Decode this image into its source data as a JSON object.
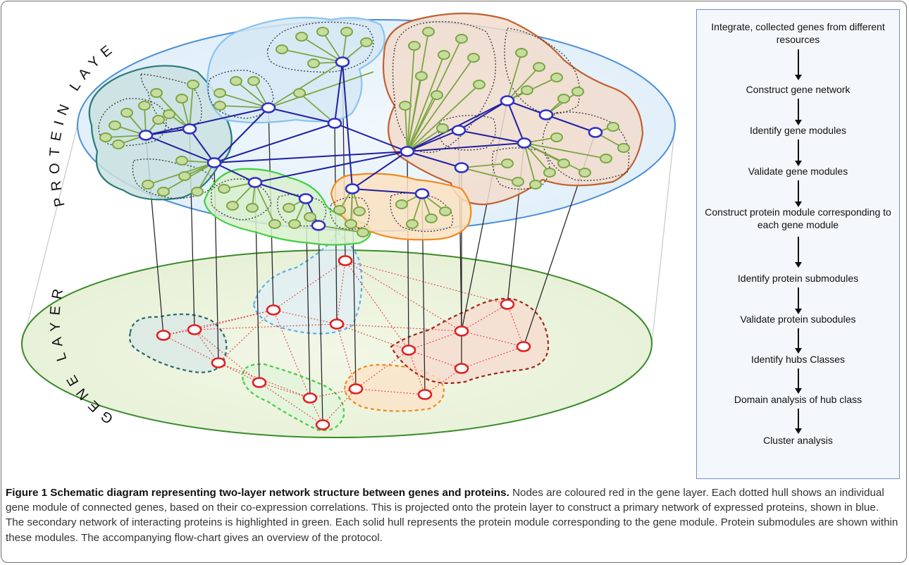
{
  "labels": {
    "protein_layer": "PROTEIN LAYER",
    "gene_layer": "GENE LAYER"
  },
  "flowchart": {
    "steps": [
      "Integrate, collected genes from different resources",
      "Construct gene network",
      "Identify gene modules",
      "Validate gene modules",
      "Construct protein module corresponding to each gene module",
      "Identify protein submodules",
      "Validate protein subodules",
      "Identify hubs Classes",
      "Domain analysis of hub class",
      "Cluster analysis"
    ]
  },
  "caption": {
    "title": "Figure 1 Schematic diagram representing two-layer network structure between genes and proteins.",
    "text": " Nodes are coloured red in the gene layer. Each dotted hull shows an individual gene module of connected genes, based on their co-expression correlations. This is projected onto the protein layer to construct a primary network of expressed proteins, shown in blue. The secondary network of interacting proteins is highlighted in green. Each solid hull represents the protein module corresponding to the gene module. Protein submodules are shown within these modules. The accompanying flow-chart gives an overview of the protocol."
  },
  "colors": {
    "protein_plane_edge": "#4a8fd8",
    "gene_plane_edge": "#3a8a2a",
    "protein_node": "#3030c8",
    "gene_node": "#e02020",
    "secondary_node": "#7aa640",
    "secondary_edge": "#7aa640",
    "primary_edge": "#2020a0",
    "gene_edge": "#e84040",
    "hull_teal": "#2a7a7a",
    "hull_lightblue": "#7ab8e8",
    "hull_brown": "#c06030",
    "hull_green": "#40d040",
    "hull_orange": "#f08a20",
    "hull_darkred": "#a02818"
  }
}
